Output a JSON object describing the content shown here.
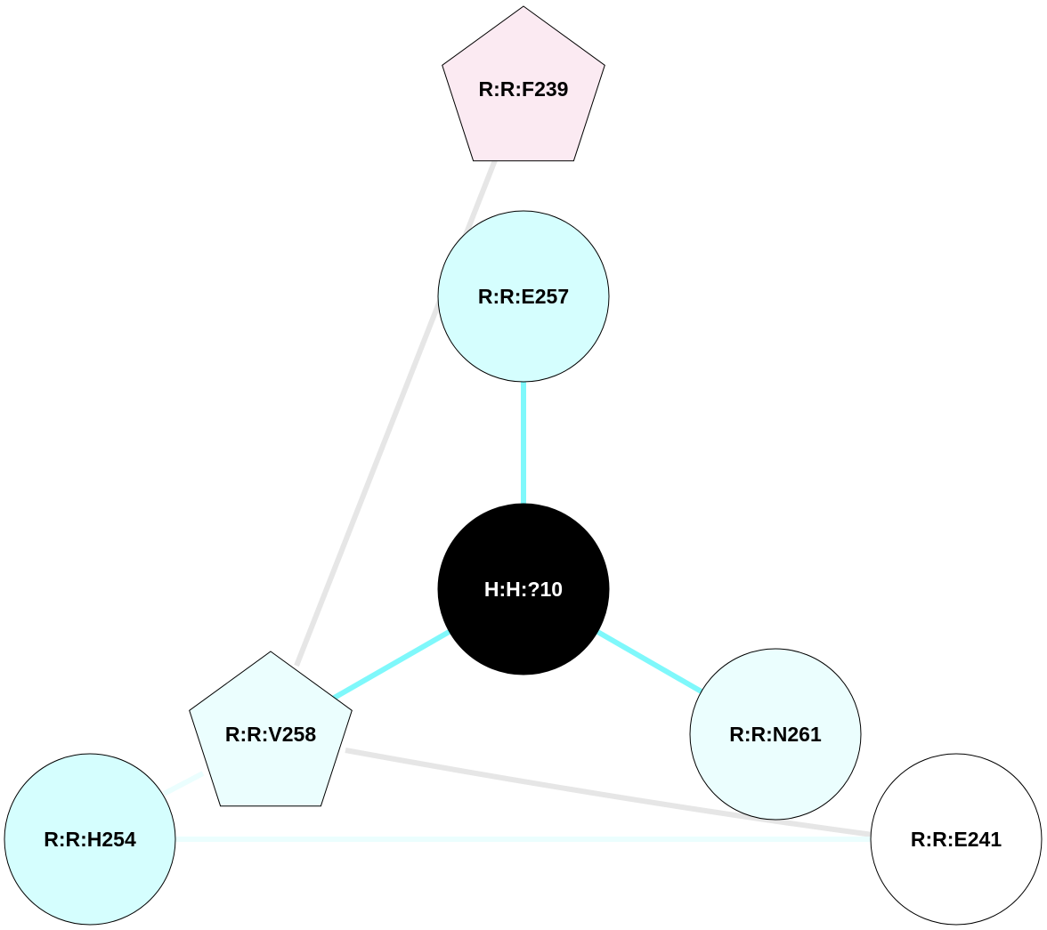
{
  "nodes": [
    {
      "id": "F239",
      "label": "R:R:F239",
      "shape": "pentagon",
      "fill": "#fbeaf2",
      "text_color": "#000000"
    },
    {
      "id": "E257",
      "label": "R:R:E257",
      "shape": "circle",
      "fill": "#d5fefe",
      "text_color": "#000000"
    },
    {
      "id": "H10",
      "label": "H:H:?10",
      "shape": "circle",
      "fill": "#000000",
      "text_color": "#ffffff"
    },
    {
      "id": "V258",
      "label": "R:R:V258",
      "shape": "pentagon",
      "fill": "#ebfefe",
      "text_color": "#000000"
    },
    {
      "id": "N261",
      "label": "R:R:N261",
      "shape": "circle",
      "fill": "#ebfefe",
      "text_color": "#000000"
    },
    {
      "id": "H254",
      "label": "R:R:H254",
      "shape": "circle",
      "fill": "#d5fefe",
      "text_color": "#000000"
    },
    {
      "id": "E241",
      "label": "R:R:E241",
      "shape": "circle",
      "fill": "#ffffff",
      "text_color": "#000000"
    }
  ],
  "edges": [
    {
      "from": "F239",
      "to": "V258",
      "color": "#e6e6e6"
    },
    {
      "from": "E257",
      "to": "H10",
      "color": "#7ff8fb"
    },
    {
      "from": "H10",
      "to": "V258",
      "color": "#7ff8fb"
    },
    {
      "from": "H10",
      "to": "N261",
      "color": "#7ff8fb"
    },
    {
      "from": "V258",
      "to": "E241",
      "color": "#e6e6e6"
    },
    {
      "from": "V258",
      "to": "H254",
      "color": "#ebfefe"
    },
    {
      "from": "H254",
      "to": "E241",
      "color": "#ebfefe"
    }
  ]
}
